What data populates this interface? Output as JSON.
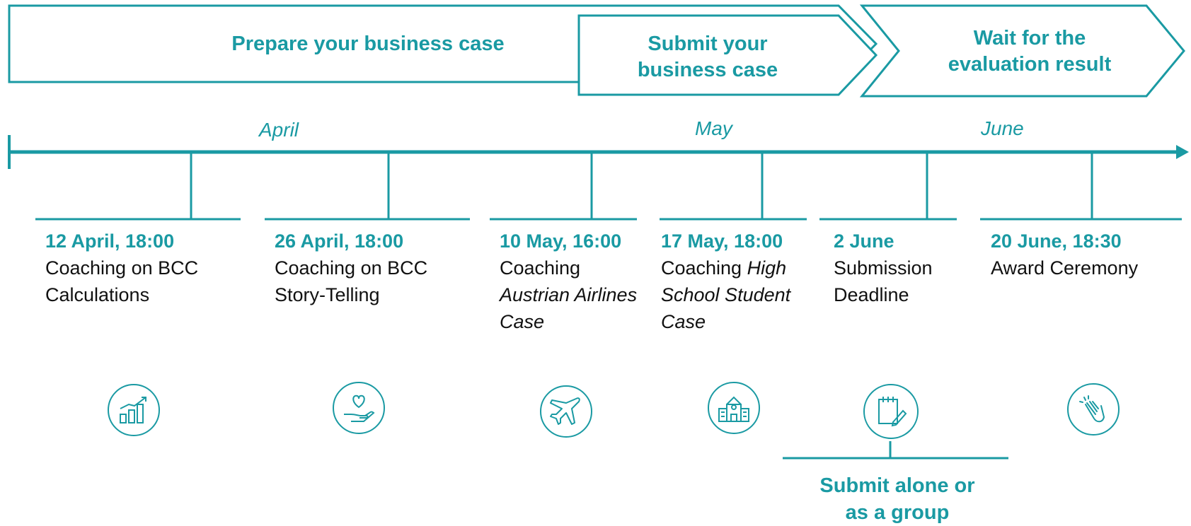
{
  "phases": [
    {
      "label_line1": "Prepare your business case",
      "label_line2": ""
    },
    {
      "label_line1": "Submit your",
      "label_line2": "business case"
    },
    {
      "label_line1": "Wait for the",
      "label_line2": "evaluation result"
    }
  ],
  "months": [
    "April",
    "May",
    "June"
  ],
  "events": [
    {
      "date": "12 April, 18:00",
      "desc_plain": "Coaching on BCC Calculations",
      "icon": "growth-chart-icon"
    },
    {
      "date": "26 April, 18:00",
      "desc_plain": "Coaching on BCC Story-Telling",
      "icon": "heart-in-hand-icon"
    },
    {
      "date": "10 May, 16:00",
      "desc_plain": "Coaching",
      "desc_italic": "Austrian Airlines Case",
      "icon": "airplane-icon"
    },
    {
      "date": "17 May, 18:00",
      "desc_plain": "Coaching",
      "desc_italic": "High School Student Case",
      "icon": "school-building-icon"
    },
    {
      "date": "2 June",
      "desc_plain": "Submission Deadline",
      "icon": "notepad-pencil-icon"
    },
    {
      "date": "20 June, 18:30",
      "desc_plain": "Award Ceremony",
      "icon": "clapping-hands-icon"
    }
  ],
  "note": {
    "line1": "Submit alone or",
    "line2": "as a group"
  },
  "colors": {
    "accent": "#1a9aa3",
    "text": "#111111"
  }
}
